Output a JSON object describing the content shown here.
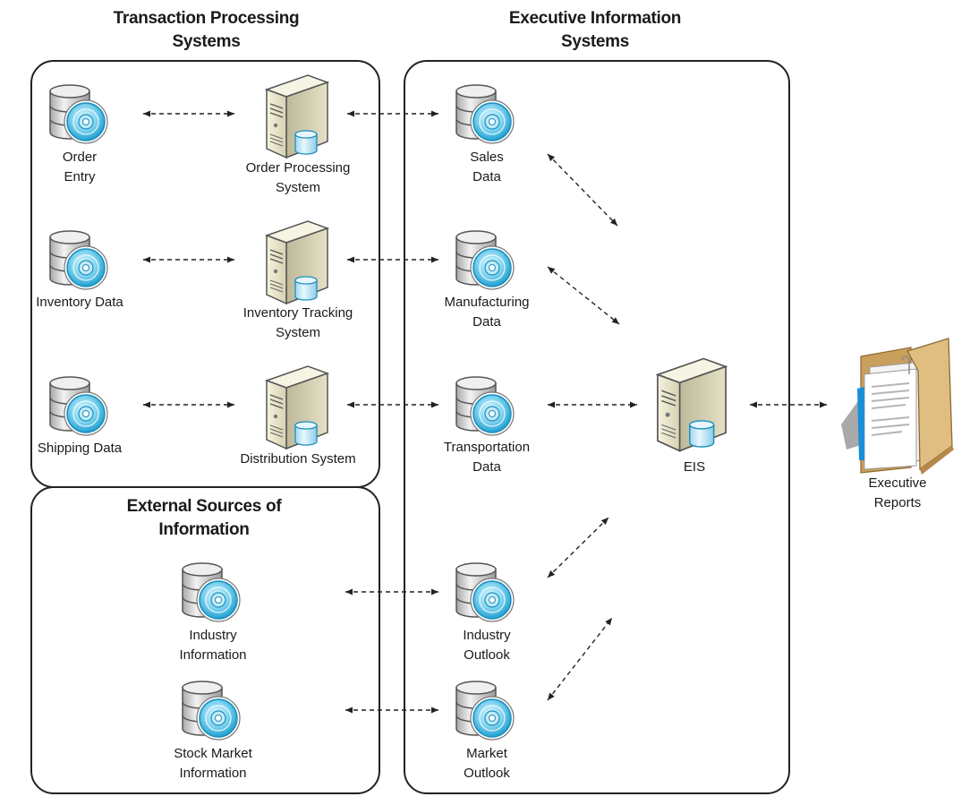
{
  "titles": {
    "tps": [
      "Transaction Processing",
      "Systems"
    ],
    "eis": [
      "Executive Information",
      "Systems"
    ],
    "external": [
      "External Sources of",
      "Information"
    ]
  },
  "nodes": {
    "order_entry": [
      "Order",
      "Entry"
    ],
    "inventory_data": [
      "Inventory Data"
    ],
    "shipping_data": [
      "Shipping Data"
    ],
    "order_processing": [
      "Order Processing",
      "System"
    ],
    "inventory_tracking": [
      "Inventory Tracking",
      "System"
    ],
    "distribution": [
      "Distribution System"
    ],
    "sales_data": [
      "Sales",
      "Data"
    ],
    "manufacturing_data": [
      "Manufacturing",
      "Data"
    ],
    "transportation_data": [
      "Transportation",
      "Data"
    ],
    "industry_outlook": [
      "Industry",
      "Outlook"
    ],
    "market_outlook": [
      "Market",
      "Outlook"
    ],
    "industry_information": [
      "Industry",
      "Information"
    ],
    "stock_market_information": [
      "Stock Market",
      "Information"
    ],
    "eis": [
      "EIS"
    ],
    "executive_reports": [
      "Executive",
      "Reports"
    ]
  },
  "icons": {
    "database": "database-disc-icon",
    "server": "server-tower-icon",
    "folder": "report-folder-icon"
  },
  "colors": {
    "disc": "#3fb6df",
    "db_body": "#d9d9d9",
    "server_body": "#ece8cf",
    "folder": "#d9b57a",
    "lines": "#222222"
  }
}
